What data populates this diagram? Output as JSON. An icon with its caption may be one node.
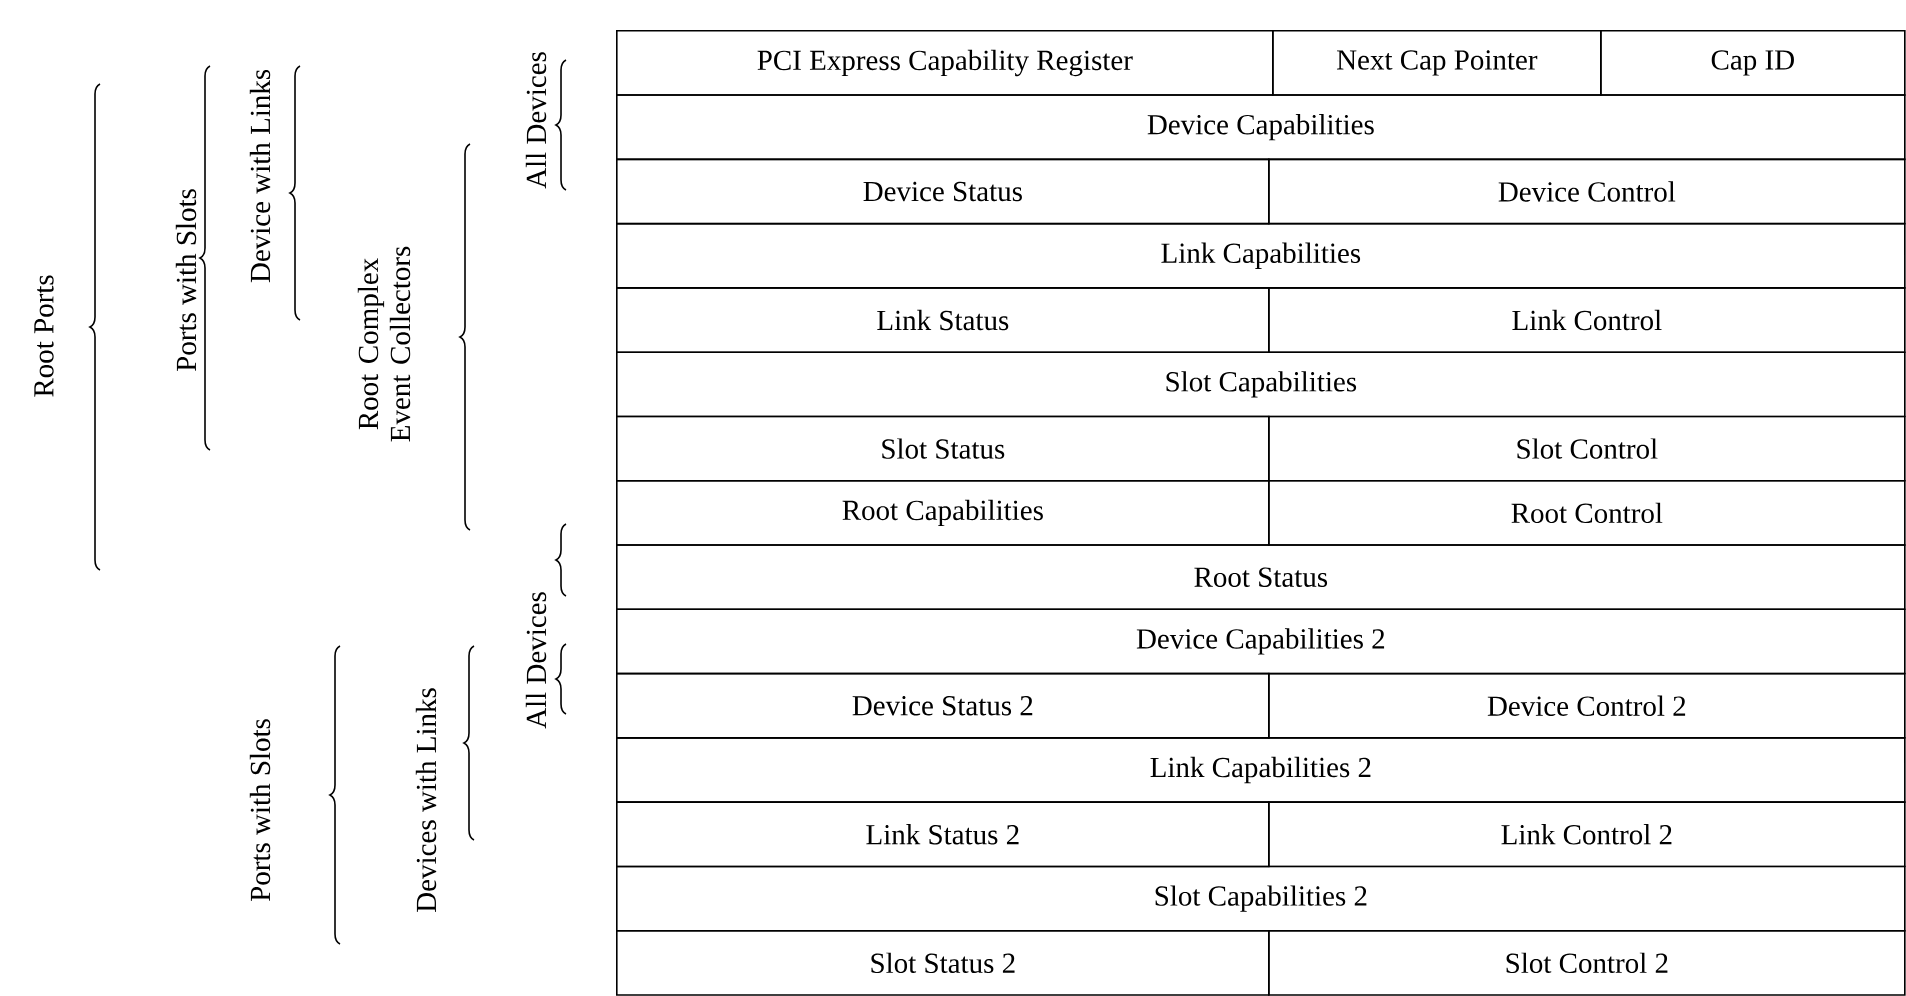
{
  "diagram": {
    "nodes": [
      {
        "text": [
          "PCI Express Capability Register"
        ]
      },
      {
        "text": [
          "Next Cap Pointer"
        ]
      },
      {
        "text": [
          "Cap ID"
        ]
      },
      {
        "text": [
          "Device Capabilities"
        ]
      },
      {
        "text": [
          "Device Status"
        ]
      },
      {
        "text": [
          "Device Control"
        ]
      },
      {
        "text": [
          "Link Capabilities"
        ]
      },
      {
        "text": [
          "Link Status"
        ]
      },
      {
        "text": [
          "Link Control"
        ]
      },
      {
        "text": [
          "Slot Capabilities"
        ]
      },
      {
        "text": [
          "Slot Status"
        ]
      },
      {
        "text": [
          "Slot Control"
        ]
      },
      {
        "text": [
          "Root Capabilities"
        ]
      },
      {
        "text": [
          "Root Control"
        ]
      },
      {
        "text": [
          "Root Status"
        ]
      },
      {
        "text": [
          "Device Capabilities 2"
        ]
      },
      {
        "text": [
          "Device Status 2"
        ]
      },
      {
        "text": [
          "Device Control 2"
        ]
      },
      {
        "text": [
          "Link Capabilities 2"
        ]
      },
      {
        "text": [
          "Link Status 2"
        ]
      },
      {
        "text": [
          "Link Control 2"
        ]
      },
      {
        "text": [
          "Slot Capabilities 2"
        ]
      },
      {
        "text": [
          "Slot Status 2"
        ]
      },
      {
        "text": [
          "Slot Control 2"
        ]
      }
    ],
    "labels": [
      "Root Ports",
      "Ports with Slots",
      "Device with Links",
      "Root Complex Event Collectors",
      "All Devices",
      "All Devices",
      "Ports with Slots",
      "Devices with Links"
    ]
  }
}
